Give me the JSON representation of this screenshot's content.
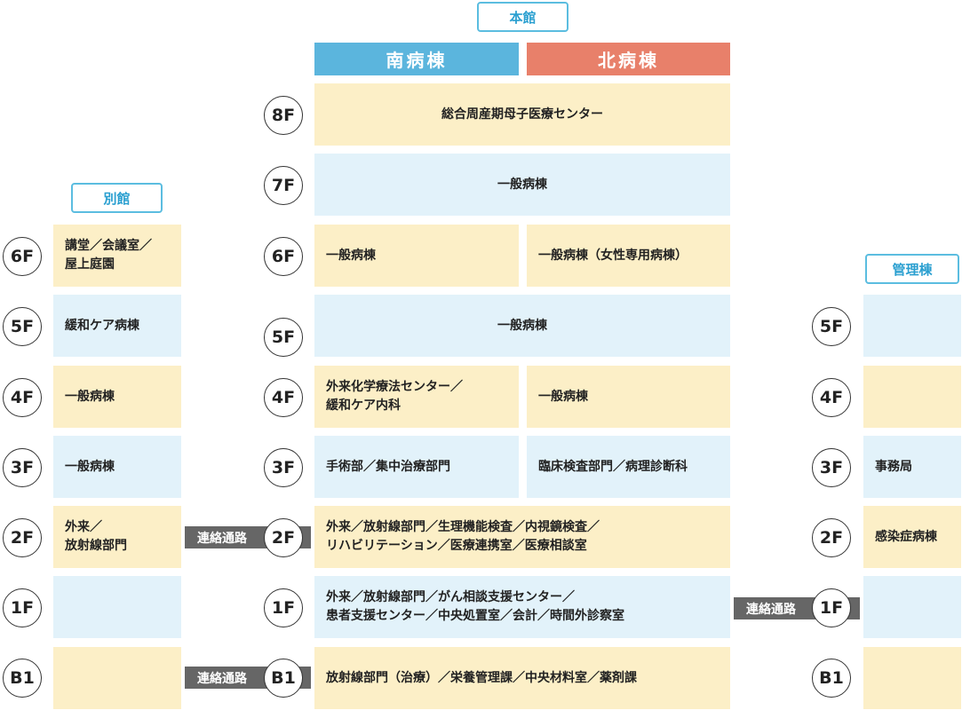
{
  "main_building": {
    "label": "本館",
    "wings": {
      "south": "南病棟",
      "north": "北病棟"
    },
    "floors": [
      {
        "floor": "8F",
        "cells": [
          "総合周産期母子医療センター"
        ]
      },
      {
        "floor": "7F",
        "cells": [
          "一般病棟"
        ]
      },
      {
        "floor": "6F",
        "cells": [
          "一般病棟",
          "一般病棟（女性専用病棟）"
        ]
      },
      {
        "floor": "5F",
        "cells": [
          "一般病棟"
        ]
      },
      {
        "floor": "4F",
        "cells": [
          "外来化学療法センター／\n緩和ケア内科",
          "一般病棟"
        ]
      },
      {
        "floor": "3F",
        "cells": [
          "手術部／集中治療部門",
          "臨床検査部門／病理診断科"
        ]
      },
      {
        "floor": "2F",
        "cells": [
          "外来／放射線部門／生理機能検査／内視鏡検査／\nリハビリテーション／医療連携室／医療相談室"
        ]
      },
      {
        "floor": "1F",
        "cells": [
          "外来／放射線部門／がん相談支援センター／\n患者支援センター／中央処置室／会計／時間外診察室"
        ]
      },
      {
        "floor": "B1",
        "cells": [
          "放射線部門（治療）／栄養管理課／中央材料室／薬剤課"
        ]
      }
    ]
  },
  "annex": {
    "label": "別館",
    "floors": [
      {
        "floor": "6F",
        "cell": "講堂／会議室／\n屋上庭園"
      },
      {
        "floor": "5F",
        "cell": "緩和ケア病棟"
      },
      {
        "floor": "4F",
        "cell": "一般病棟"
      },
      {
        "floor": "3F",
        "cell": "一般病棟"
      },
      {
        "floor": "2F",
        "cell": "外来／\n放射線部門"
      },
      {
        "floor": "1F",
        "cell": ""
      },
      {
        "floor": "B1",
        "cell": ""
      }
    ]
  },
  "admin_building": {
    "label": "管理棟",
    "floors": [
      {
        "floor": "5F",
        "cell": ""
      },
      {
        "floor": "4F",
        "cell": ""
      },
      {
        "floor": "3F",
        "cell": "事務局"
      },
      {
        "floor": "2F",
        "cell": "感染症病棟"
      },
      {
        "floor": "1F",
        "cell": ""
      },
      {
        "floor": "B1",
        "cell": ""
      }
    ]
  },
  "corridors": {
    "annex_2f": "連絡通路",
    "annex_b1": "連絡通路",
    "admin_1f": "連絡通路"
  },
  "colors": {
    "south_header": "#5bb5dd",
    "north_header": "#e8806a",
    "cell_yellow": "#fcefc7",
    "cell_blue": "#e2f2fa",
    "label_border": "#5bbde0",
    "corridor": "#666666"
  }
}
